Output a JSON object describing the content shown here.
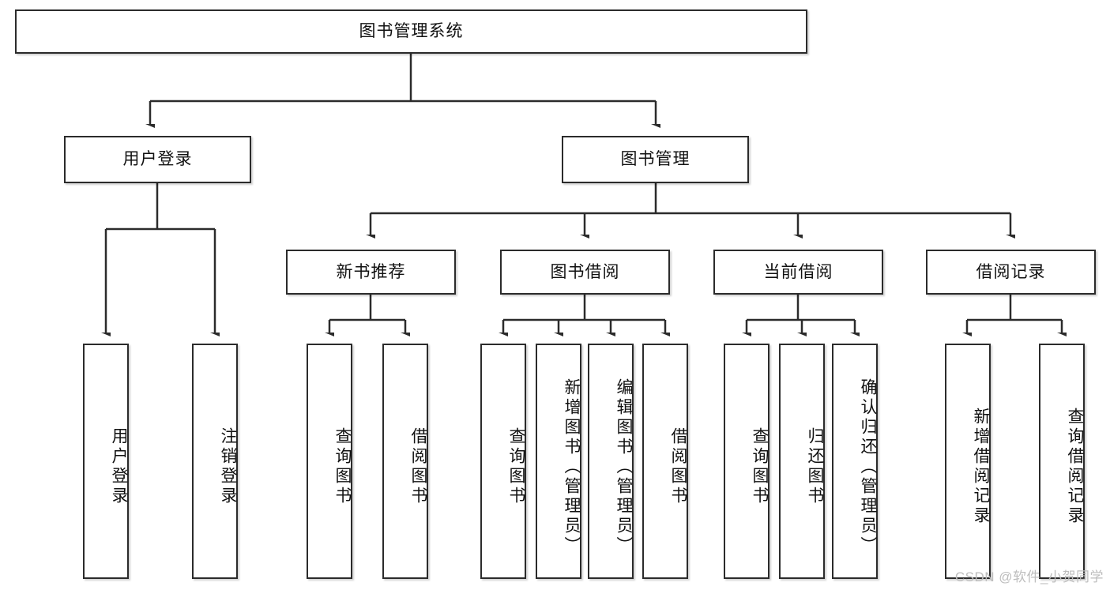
{
  "diagram": {
    "title": "图书管理系统",
    "root": {
      "label": "图书管理系统"
    },
    "level2": [
      {
        "label": "用户登录"
      },
      {
        "label": "图书管理"
      }
    ],
    "level3": [
      {
        "label": "新书推荐"
      },
      {
        "label": "图书借阅"
      },
      {
        "label": "当前借阅"
      },
      {
        "label": "借阅记录"
      }
    ],
    "leaves": {
      "user_login": [
        {
          "label": "用户登录"
        },
        {
          "label": "注销登录"
        }
      ],
      "new_book": [
        {
          "label": "查询图书"
        },
        {
          "label": "借阅图书"
        }
      ],
      "book_borrow": [
        {
          "label": "查询图书"
        },
        {
          "label": "新增图书（管理员）"
        },
        {
          "label": "编辑图书（管理员）"
        },
        {
          "label": "借阅图书"
        }
      ],
      "current_borrow": [
        {
          "label": "查询图书"
        },
        {
          "label": "归还图书"
        },
        {
          "label": "确认归还（管理员）"
        }
      ],
      "borrow_record": [
        {
          "label": "新增借阅记录"
        },
        {
          "label": "查询借阅记录"
        }
      ]
    }
  },
  "watermark": {
    "text": "CSDN @软件_小贺同学"
  },
  "colors": {
    "stroke": "#2b2b2b",
    "fill": "#ffffff",
    "text": "#111111",
    "watermark": "#bdbdbd"
  }
}
